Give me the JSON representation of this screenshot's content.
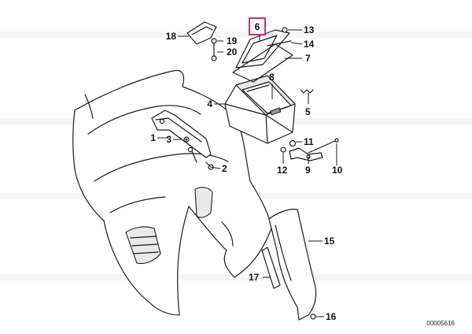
{
  "callouts": [
    {
      "id": "1",
      "label": "1",
      "highlighted": false
    },
    {
      "id": "2",
      "label": "2",
      "highlighted": false
    },
    {
      "id": "3",
      "label": "3",
      "highlighted": false
    },
    {
      "id": "4",
      "label": "4",
      "highlighted": false
    },
    {
      "id": "5",
      "label": "5",
      "highlighted": false
    },
    {
      "id": "6",
      "label": "6",
      "highlighted": true
    },
    {
      "id": "7",
      "label": "7",
      "highlighted": false
    },
    {
      "id": "8",
      "label": "8",
      "highlighted": false
    },
    {
      "id": "9",
      "label": "9",
      "highlighted": false
    },
    {
      "id": "10",
      "label": "10",
      "highlighted": false
    },
    {
      "id": "11",
      "label": "11",
      "highlighted": false
    },
    {
      "id": "12",
      "label": "12",
      "highlighted": false
    },
    {
      "id": "13",
      "label": "13",
      "highlighted": false
    },
    {
      "id": "14",
      "label": "14",
      "highlighted": false
    },
    {
      "id": "15",
      "label": "15",
      "highlighted": false
    },
    {
      "id": "16",
      "label": "16",
      "highlighted": false
    },
    {
      "id": "17",
      "label": "17",
      "highlighted": false
    },
    {
      "id": "18",
      "label": "18",
      "highlighted": false
    },
    {
      "id": "19",
      "label": "19",
      "highlighted": false
    },
    {
      "id": "20",
      "label": "20",
      "highlighted": false
    }
  ],
  "document_number": "00005616",
  "colors": {
    "highlight": "#e0218a",
    "line": "#1a1a1a",
    "background": "#ffffff"
  }
}
